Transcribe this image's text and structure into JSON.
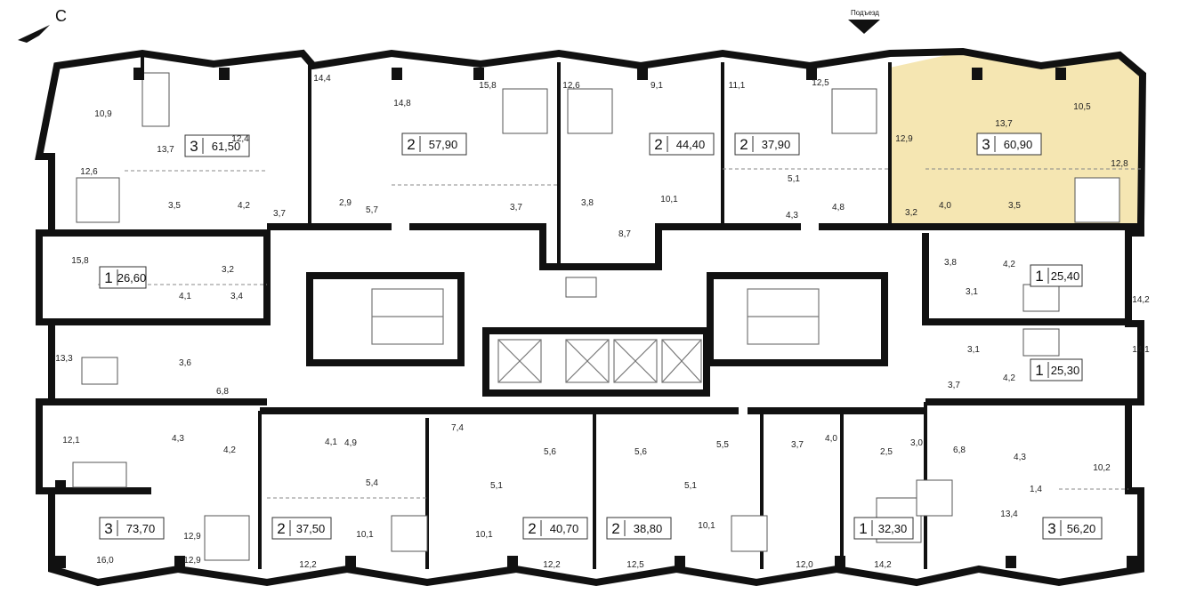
{
  "compass": {
    "label": "С"
  },
  "entrance": {
    "label": "Подъезд"
  },
  "highlight_color": "#f5e6b2",
  "apartments": [
    {
      "rooms": "3",
      "area": "61,50"
    },
    {
      "rooms": "2",
      "area": "57,90"
    },
    {
      "rooms": "2",
      "area": "44,40"
    },
    {
      "rooms": "2",
      "area": "37,90"
    },
    {
      "rooms": "3",
      "area": "60,90",
      "highlighted": true
    },
    {
      "rooms": "1",
      "area": "26,60"
    },
    {
      "rooms": "1",
      "area": "25,40"
    },
    {
      "rooms": "1",
      "area": "25,30"
    },
    {
      "rooms": "3",
      "area": "73,70"
    },
    {
      "rooms": "2",
      "area": "37,50"
    },
    {
      "rooms": "2",
      "area": "40,70"
    },
    {
      "rooms": "2",
      "area": "38,80"
    },
    {
      "rooms": "1",
      "area": "32,30"
    },
    {
      "rooms": "3",
      "area": "56,20"
    }
  ],
  "room_areas": [
    "10,9",
    "13,7",
    "12,4",
    "14,4",
    "14,8",
    "15,8",
    "12,6",
    "9,1",
    "11,1",
    "12,5",
    "13,7",
    "10,5",
    "12,6",
    "3,5",
    "4,2",
    "3,7",
    "2,9",
    "5,7",
    "3,7",
    "3,8",
    "8,7",
    "10,1",
    "5,1",
    "4,3",
    "4,8",
    "12,9",
    "12,8",
    "3,2",
    "4,0",
    "3,5",
    "15,8",
    "3,2",
    "4,1",
    "3,4",
    "3,8",
    "4,2",
    "3,1",
    "14,2",
    "13,3",
    "3,6",
    "6,8",
    "3,1",
    "14,1",
    "3,7",
    "4,2",
    "12,1",
    "4,3",
    "4,2",
    "4,1",
    "4,9",
    "7,4",
    "5,6",
    "5,6",
    "5,5",
    "3,7",
    "4,0",
    "2,5",
    "3,0",
    "6,8",
    "4,3",
    "10,2",
    "5,4",
    "5,1",
    "5,1",
    "1,4",
    "13,4",
    "12,9",
    "10,1",
    "10,1",
    "10,1",
    "16,0",
    "12,9",
    "12,2",
    "12,2",
    "12,5",
    "12,0",
    "14,2"
  ]
}
